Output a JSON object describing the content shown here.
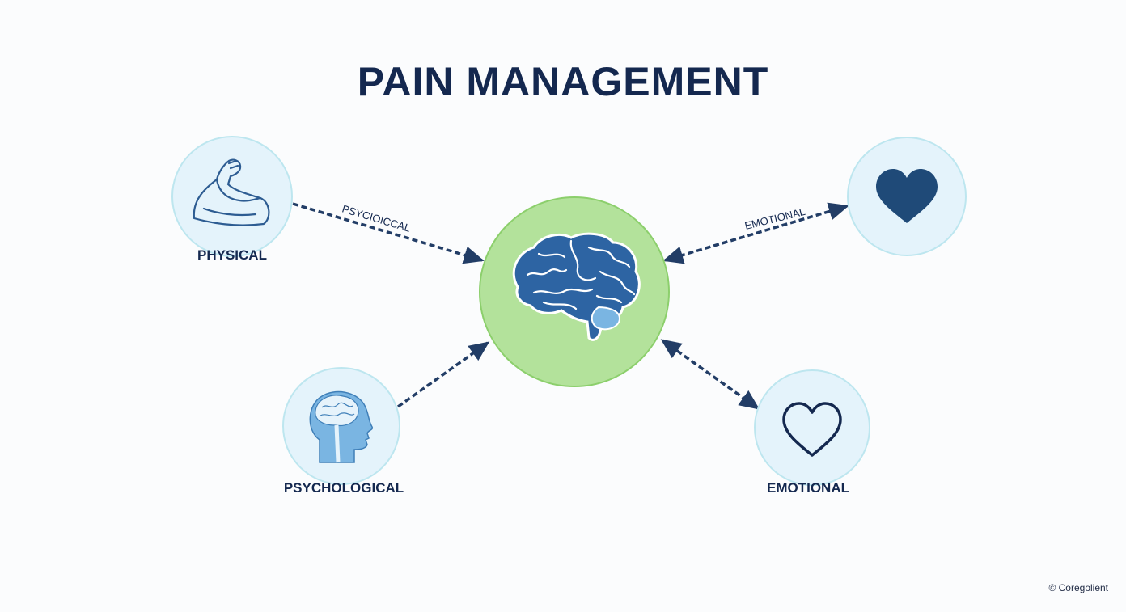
{
  "title": "PAIN MANAGEMENT",
  "nodes": {
    "physical": {
      "label": "PHYSICAL",
      "icon": "flexed-arm-icon"
    },
    "psychological": {
      "label": "PSYCHOLOGICAL",
      "icon": "head-brain-icon"
    },
    "emotional_top": {
      "icon": "filled-heart-icon"
    },
    "emotional_bottom": {
      "label": "EMOTIONAL",
      "icon": "outline-heart-icon"
    },
    "center": {
      "icon": "brain-icon"
    }
  },
  "edges": {
    "physical_to_center": {
      "label": "PSYCIOICCAL"
    },
    "emotional_to_center": {
      "label": "EMOTIONAL"
    }
  },
  "credit": "© Coregolient",
  "colors": {
    "title": "#14284f",
    "node_fill": "#e4f3fb",
    "node_stroke": "#bde6ef",
    "center_fill": "#b3e29b",
    "center_stroke": "#8ccf6c",
    "brain": "#2d64a3",
    "heart": "#1f4a78",
    "arrow": "#223d66"
  }
}
